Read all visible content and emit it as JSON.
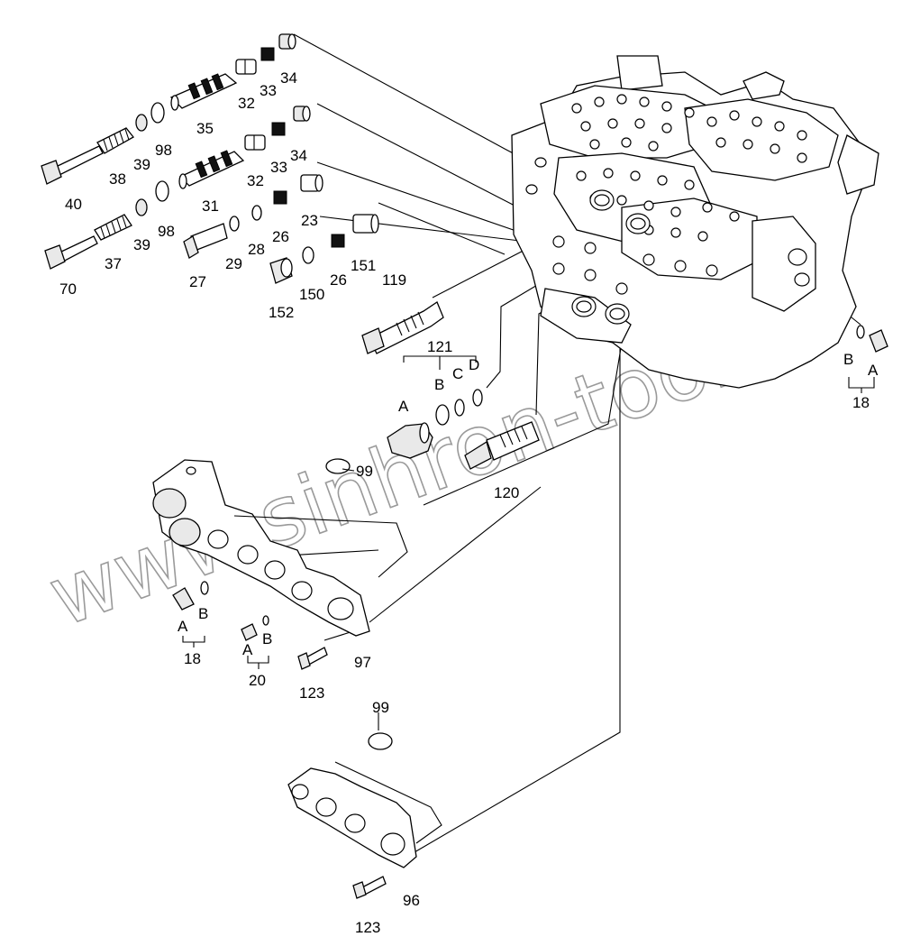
{
  "watermark": "www.sinhron-too.kz",
  "labels": {
    "p18_right": "18",
    "p18_right_a": "A",
    "p18_right_b": "B",
    "p18_left": "18",
    "p18_left_a": "A",
    "p18_left_b": "B",
    "p20": "20",
    "p20_a": "A",
    "p20_b": "B",
    "p23": "23",
    "p26a": "26",
    "p26b": "26",
    "p27": "27",
    "p28": "28",
    "p29": "29",
    "p31": "31",
    "p32a": "32",
    "p32b": "32",
    "p33a": "33",
    "p33b": "33",
    "p34a": "34",
    "p34b": "34",
    "p35": "35",
    "p37": "37",
    "p38": "38",
    "p39a": "39",
    "p39b": "39",
    "p40": "40",
    "p70": "70",
    "p96": "96",
    "p97": "97",
    "p98a": "98",
    "p98b": "98",
    "p99a": "99",
    "p99b": "99",
    "p119": "119",
    "p120": "120",
    "p121": "121",
    "p121_a": "A",
    "p121_b": "B",
    "p121_c": "C",
    "p121_d": "D",
    "p123a": "123",
    "p123b": "123",
    "p150": "150",
    "p151": "151",
    "p152": "152"
  }
}
